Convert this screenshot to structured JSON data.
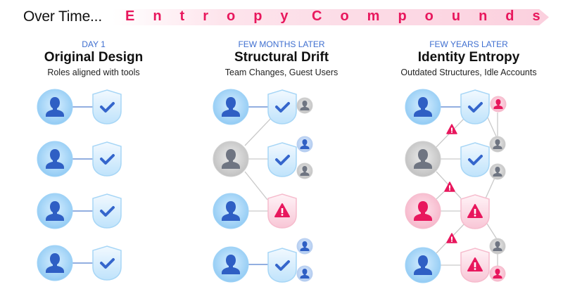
{
  "banner": {
    "lead": "Over Time...",
    "word1": "Entropy",
    "word2": "Compounds"
  },
  "colors": {
    "accent_pink": "#e8175d",
    "accent_blue": "#3f6fd0",
    "user_blue_fill": "#9fd3f7",
    "user_gray_fill": "#cfcfcf",
    "user_pink_fill": "#f8bfd0",
    "shield_blue_fill": "#d8efff",
    "shield_pink_fill": "#fde0ea",
    "edge": "#c9c9c9",
    "edge_blue": "#6e93d6"
  },
  "columns": [
    {
      "id": "day1",
      "sub": "DAY 1",
      "title": "Original Design",
      "desc": "Roles aligned with tools",
      "rows": [
        {
          "user": "active",
          "shield": "ok"
        },
        {
          "user": "active",
          "shield": "ok"
        },
        {
          "user": "active",
          "shield": "ok"
        },
        {
          "user": "active",
          "shield": "ok"
        }
      ]
    },
    {
      "id": "months",
      "sub": "FEW MONTHS LATER",
      "title": "Structural Drift",
      "desc": "Team Changes, Guest Users",
      "rows": [
        {
          "user": "active",
          "shield": "ok",
          "extras": [
            "idle"
          ]
        },
        {
          "user": "idle",
          "shield": "ok",
          "extras": [
            "guest",
            "idle"
          ]
        },
        {
          "user": "active",
          "shield": "warning",
          "extras": []
        },
        {
          "user": "active",
          "shield": "ok",
          "extras": [
            "guest",
            "guest"
          ]
        }
      ]
    },
    {
      "id": "years",
      "sub": "FEW YEARS LATER",
      "title": "Identity Entropy",
      "desc": "Outdated Structures, Idle Accounts",
      "rows": [
        {
          "user": "active",
          "shield": "ok",
          "extras": [
            "risky"
          ]
        },
        {
          "user": "idle",
          "shield": "ok",
          "extras": [
            "idle",
            "idle"
          ]
        },
        {
          "user": "risky",
          "shield": "warning",
          "extras": []
        },
        {
          "user": "active",
          "shield": "warning",
          "extras": [
            "idle",
            "risky"
          ]
        }
      ],
      "warning_markers": 3
    }
  ]
}
